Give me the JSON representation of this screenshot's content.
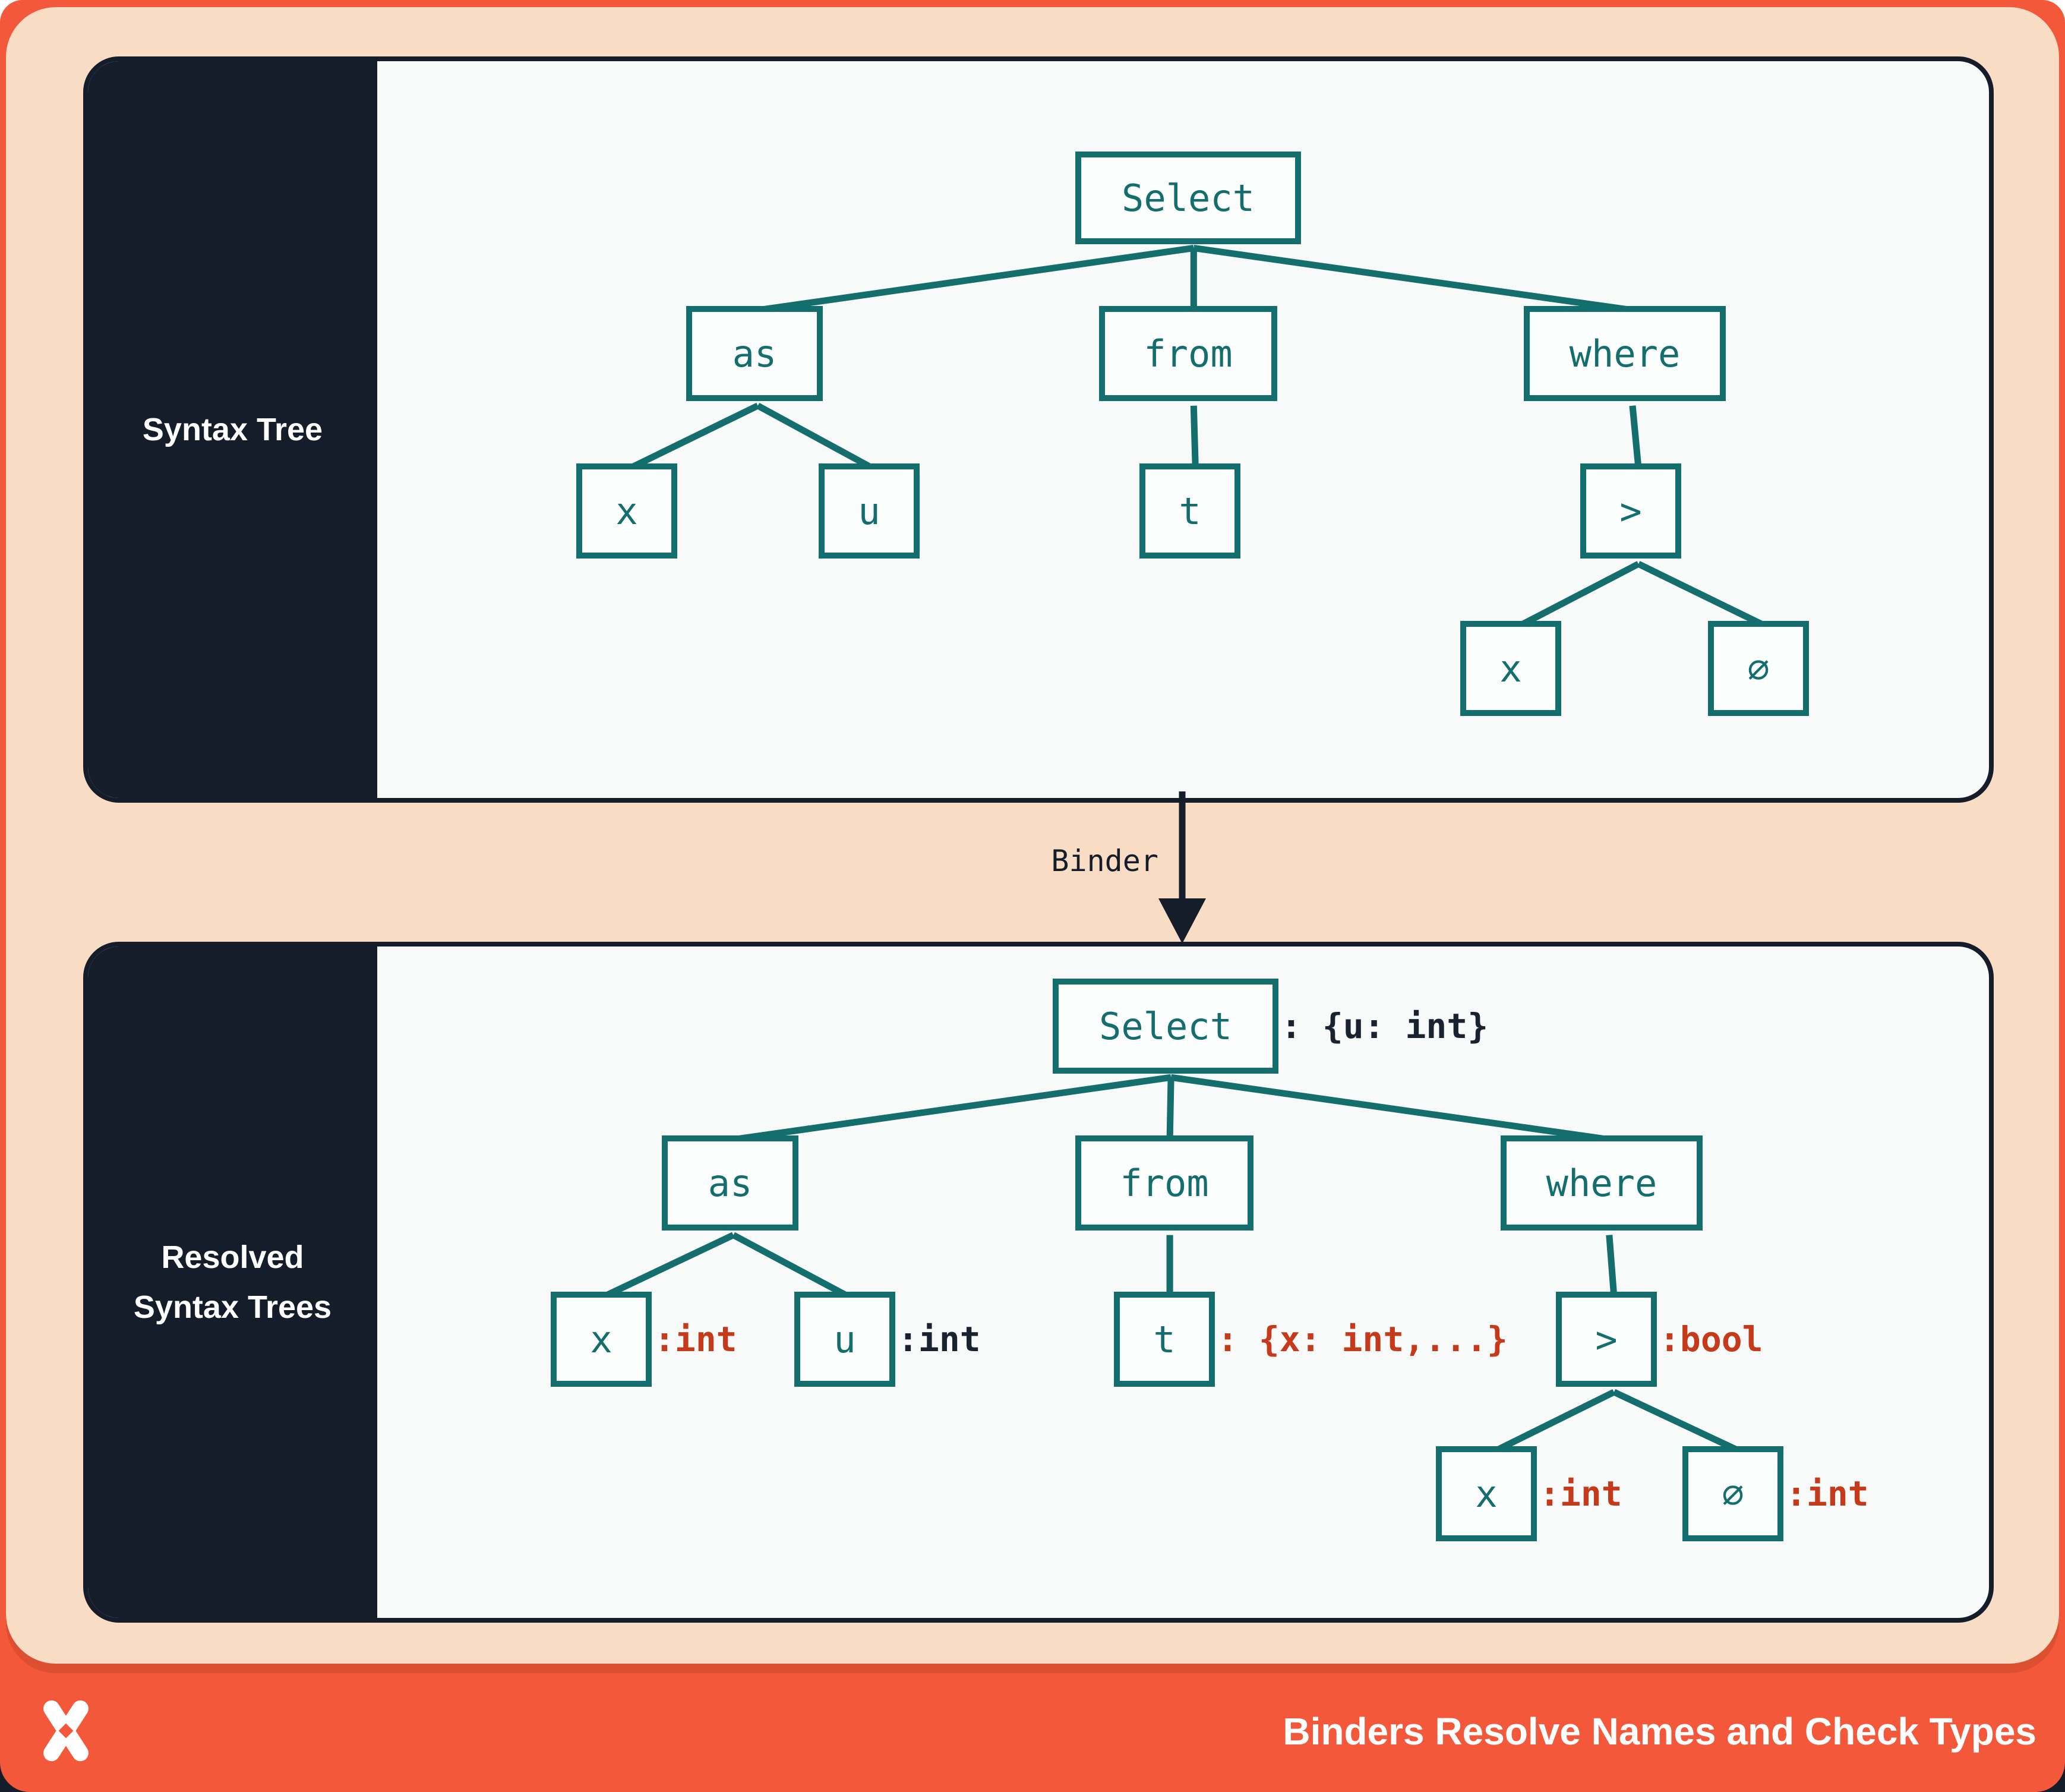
{
  "page": {
    "colors": {
      "frame_orange": "#F4583A",
      "canvas_peach": "#F8DCC4",
      "panel_navy": "#151C2A",
      "panel_background": "#F8F9F9",
      "node_teal": "#146E6E",
      "type_error_red": "#C43A1B",
      "type_dark_navy": "#1A2230",
      "text_white": "#FFFFFF"
    }
  },
  "binder": {
    "label": "Binder"
  },
  "footer": {
    "title": "Binders Resolve Names and Check Types",
    "logo": "pinwheel-x-logo"
  },
  "panel_top": {
    "title": "Syntax Tree",
    "nodes": {
      "select": "Select",
      "as": "as",
      "from": "from",
      "where": "where",
      "x1": "x",
      "u": "u",
      "t": "t",
      "gt": ">",
      "x2": "x",
      "zero": "∅"
    }
  },
  "panel_bottom": {
    "title_line1": "Resolved",
    "title_line2": "Syntax Trees",
    "nodes": {
      "select": "Select",
      "as": "as",
      "from": "from",
      "where": "where",
      "x1": "x",
      "u": "u",
      "t": "t",
      "gt": ">",
      "x2": "x",
      "zero": "∅"
    },
    "annotations": {
      "select": ": {u: int}",
      "x1": ":int",
      "u": ":int",
      "t": ": {x: int,...}",
      "gt": ":bool",
      "x2": ":int",
      "zero": ":int"
    }
  }
}
